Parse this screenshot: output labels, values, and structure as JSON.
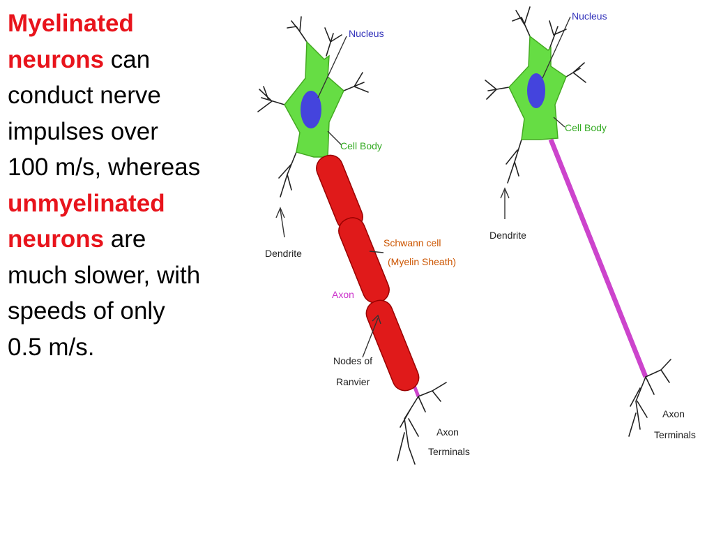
{
  "text": {
    "lines": [
      [
        {
          "t": "Myelinated",
          "hl": true
        }
      ],
      [
        {
          "t": "neurons",
          "hl": true
        },
        {
          "t": " can",
          "hl": false
        }
      ],
      [
        {
          "t": "conduct nerve",
          "hl": false
        }
      ],
      [
        {
          "t": "impulses over",
          "hl": false
        }
      ],
      [
        {
          "t": "100 m/s, whereas",
          "hl": false
        }
      ],
      [
        {
          "t": "unmyelinated",
          "hl": true
        }
      ],
      [
        {
          "t": "neurons",
          "hl": true
        },
        {
          "t": " are",
          "hl": false
        }
      ],
      [
        {
          "t": "much slower, with",
          "hl": false
        }
      ],
      [
        {
          "t": "speeds of only",
          "hl": false
        }
      ],
      [
        {
          "t": "0.5 m/s.",
          "hl": false
        }
      ]
    ]
  },
  "diagram_myelinated": {
    "label_nucleus": "Nucleus",
    "label_cell_body": "Cell Body",
    "label_dendrite": "Dendrite",
    "label_schwann_1": "Schwann cell",
    "label_schwann_2": "(Myelin Sheath)",
    "label_axon": "Axon",
    "label_nodes_1": "Nodes of",
    "label_nodes_2": "Ranvier",
    "label_terminals_1": "Axon",
    "label_terminals_2": "Terminals"
  },
  "diagram_unmyelinated": {
    "label_nucleus": "Nucleus",
    "label_cell_body": "Cell Body",
    "label_dendrite": "Dendrite",
    "label_terminals_1": "Axon",
    "label_terminals_2": "Terminals"
  },
  "colors": {
    "highlight": "#e8141c",
    "cell_body": "#66dd44",
    "nucleus": "#4444dd",
    "myelin": "#e01a1a",
    "axon": "#cc44cc",
    "label_blue": "#3333bb",
    "label_green": "#33aa22",
    "label_orange": "#cc5500",
    "label_magenta": "#cc33cc"
  }
}
